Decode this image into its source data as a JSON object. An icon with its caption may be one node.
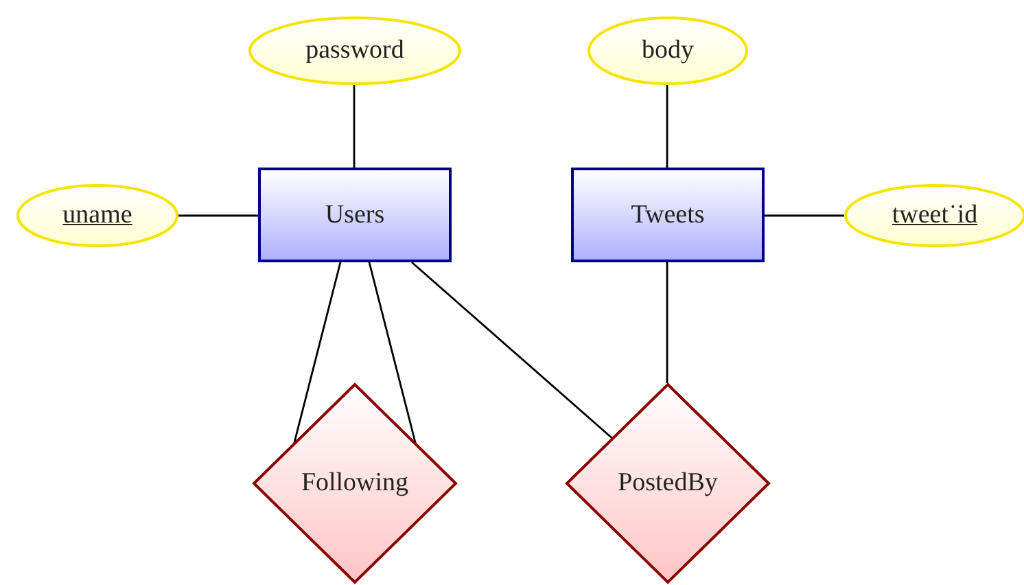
{
  "diagram": {
    "nodes": [
      {
        "text": [
          "password"
        ]
      },
      {
        "text": [
          "body"
        ]
      },
      {
        "text": [
          "uname"
        ]
      },
      {
        "text": [
          "Users"
        ]
      },
      {
        "text": [
          "Tweets"
        ]
      },
      {
        "text": [
          "tweet˙id"
        ]
      },
      {
        "text": [
          "Following"
        ]
      },
      {
        "text": [
          "PostedBy"
        ]
      }
    ],
    "edges": [
      {
        "from": 0,
        "to": 3,
        "arrow": "none"
      },
      {
        "from": 1,
        "to": 4,
        "arrow": "none"
      },
      {
        "from": 2,
        "to": 3,
        "arrow": "none"
      },
      {
        "from": 4,
        "to": 5,
        "arrow": "none"
      },
      {
        "from": 3,
        "to": 6,
        "arrow": "none"
      },
      {
        "from": 3,
        "to": 6,
        "arrow": "none"
      },
      {
        "from": 3,
        "to": 7,
        "arrow": "none"
      },
      {
        "from": 4,
        "to": 7,
        "arrow": "none"
      }
    ]
  }
}
